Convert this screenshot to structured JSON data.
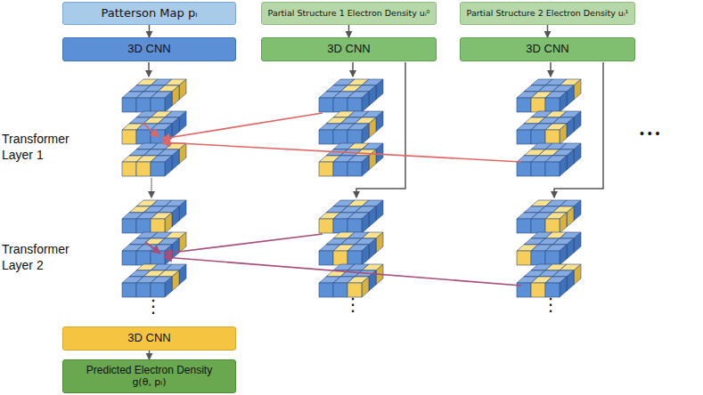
{
  "diagram": {
    "nodes": [
      {
        "text": [
          "Patterson Map pᵢ"
        ]
      },
      {
        "text": [
          "Partial Structure 1 Electron Density uᵢ⁰"
        ]
      },
      {
        "text": [
          "Partial Structure 2 Electron Density uᵢ¹"
        ]
      },
      {
        "text": [
          "3D CNN"
        ]
      },
      {
        "text": [
          "3D CNN"
        ]
      },
      {
        "text": [
          "3D CNN"
        ]
      },
      {
        "text": [
          "3D CNN"
        ]
      },
      {
        "text": [
          "Predicted Electron Density",
          "g(θ, pᵢ)"
        ]
      }
    ],
    "edges": [
      {
        "from": 0,
        "to": 3,
        "arrow": "to"
      },
      {
        "from": 1,
        "to": 4,
        "arrow": "to"
      },
      {
        "from": 2,
        "to": 5,
        "arrow": "to"
      },
      {
        "from": 6,
        "to": 7,
        "arrow": "to"
      }
    ],
    "labels": [
      "Transformer Layer 1",
      "Transformer Layer 2",
      "• • •",
      "⋮",
      "⋮",
      "⋮"
    ]
  }
}
